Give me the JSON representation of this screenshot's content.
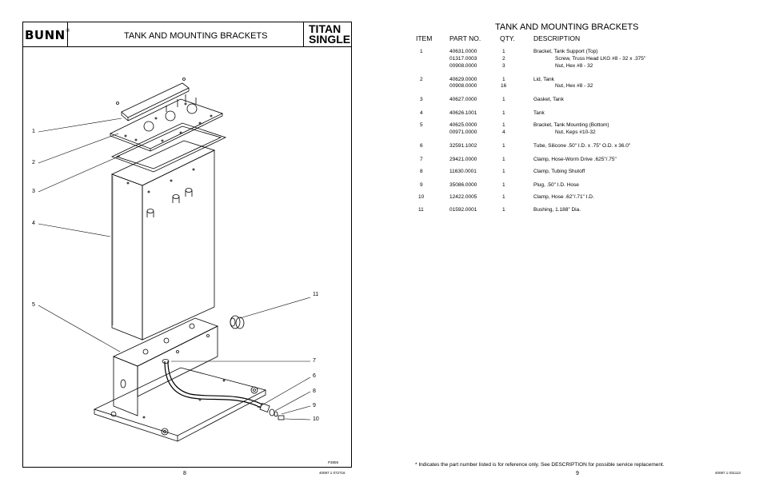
{
  "left_page": {
    "logo": "BUNN",
    "logo_mark": "®",
    "title": "TANK AND MOUNTING BRACKETS",
    "model_line1": "TITAN",
    "model_line2": "SINGLE",
    "callouts": [
      "1",
      "2",
      "3",
      "4",
      "5",
      "11",
      "7",
      "6",
      "8",
      "9",
      "10"
    ],
    "art_id": "P3859",
    "page_number": "8",
    "doc_code": "40087.1 072716"
  },
  "right_page": {
    "title": "TANK AND MOUNTING BRACKETS",
    "columns": [
      "ITEM",
      "PART NO.",
      "QTY.",
      "DESCRIPTION"
    ],
    "rows": [
      {
        "item": "1",
        "part": "40631.0000",
        "qty": "1",
        "desc": "Bracket, Tank Support (Top)"
      },
      {
        "item": "",
        "part": "01317.0003",
        "qty": "2",
        "desc": "Screw, Truss Head LKG #8 - 32 x .375\""
      },
      {
        "item": "",
        "part": "00908.0000",
        "qty": "3",
        "desc": "Nut, Hex #8 - 32"
      },
      {
        "item": "2",
        "part": "40629.0000",
        "qty": "1",
        "desc": "Lid, Tank"
      },
      {
        "item": "",
        "part": "00908.0000",
        "qty": "16",
        "desc": "Nut, Hex #8 - 32"
      },
      {
        "item": "3",
        "part": "40627.0000",
        "qty": "1",
        "desc": "Gasket, Tank"
      },
      {
        "item": "4",
        "part": "40626.1001",
        "qty": "1",
        "desc": "Tank"
      },
      {
        "item": "5",
        "part": "40625.0000",
        "qty": "1",
        "desc": "Bracket, Tank Mounting (Bottom)"
      },
      {
        "item": "",
        "part": "00971.0000",
        "qty": "4",
        "desc": "Nut, Keps #10-32"
      },
      {
        "item": "6",
        "part": "32591.1002",
        "qty": "1",
        "desc": "Tube, Silicone .50\" I.D. x .75\" O.D. x 36.0\""
      },
      {
        "item": "7",
        "part": "29421.0000",
        "qty": "1",
        "desc": "Clamp, Hose-Worm Drive .625\"/.75\""
      },
      {
        "item": "8",
        "part": "11630.0001",
        "qty": "1",
        "desc": "Clamp, Tubing Shutoff"
      },
      {
        "item": "9",
        "part": "35086.0000",
        "qty": "1",
        "desc": "Plug, .50\" I.D. Hose"
      },
      {
        "item": "10",
        "part": "12422.0005",
        "qty": "1",
        "desc": "Clamp, Hose .62\"/.71\" I.D."
      },
      {
        "item": "11",
        "part": "01592.0001",
        "qty": "1",
        "desc": "Bushing, 1.188\" Dia."
      }
    ],
    "footnote": "* Indicates the part number listed is for reference only. See DESCRIPTION for possible service replacement.",
    "page_number": "9",
    "doc_code": "40087.1 031113"
  }
}
